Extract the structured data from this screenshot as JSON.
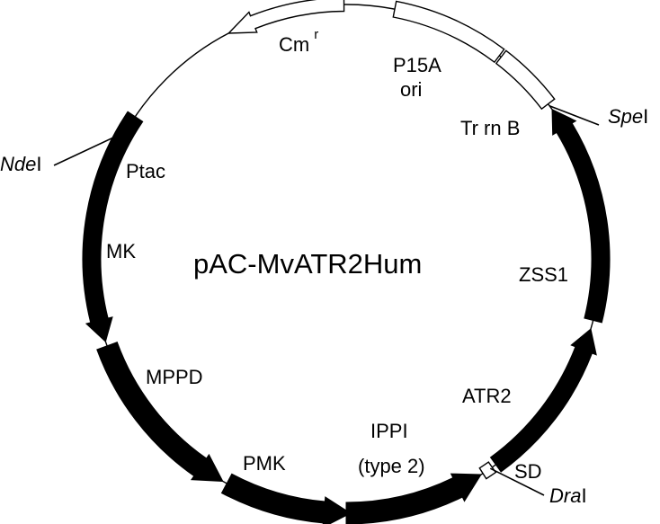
{
  "plasmid": {
    "name": "pAC-MvATR2Hum"
  },
  "features": {
    "cm": {
      "label": "Cm",
      "superscript": "r"
    },
    "p15a": {
      "line1": "P15A",
      "line2": "ori"
    },
    "trrnb": {
      "label": "Tr rn B"
    },
    "ptac": {
      "label": "Ptac"
    },
    "mk": {
      "label": "MK"
    },
    "mppd": {
      "label": "MPPD"
    },
    "pmk": {
      "label": "PMK"
    },
    "ippi": {
      "line1": "IPPI",
      "line2": "(type 2)"
    },
    "atr2": {
      "label": "ATR2"
    },
    "sd": {
      "label": "SD"
    },
    "zss1": {
      "label": "ZSS1"
    }
  },
  "sites": {
    "spei": {
      "italic": "Spe",
      "roman": "I"
    },
    "ndei": {
      "italic": "Nde",
      "roman": "I"
    },
    "drai": {
      "italic": "Dra",
      "roman": "I"
    }
  }
}
